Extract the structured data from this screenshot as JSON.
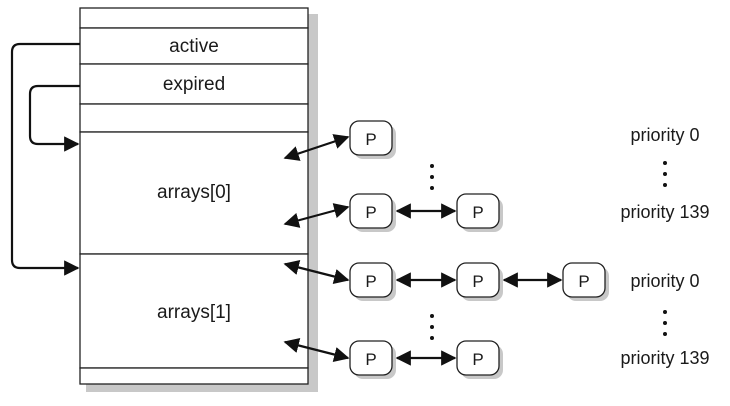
{
  "runqueue": {
    "active_label": "active",
    "expired_label": "expired",
    "arrays0_label": "arrays[0]",
    "arrays1_label": "arrays[1]"
  },
  "process_label": "P",
  "priorities": {
    "top_a": "priority 0",
    "bottom_a": "priority 139",
    "top_b": "priority 0",
    "bottom_b": "priority 139"
  },
  "colors": {
    "line": "#111111",
    "shadow": "#c8c8c8",
    "box_fill": "#ffffff"
  }
}
